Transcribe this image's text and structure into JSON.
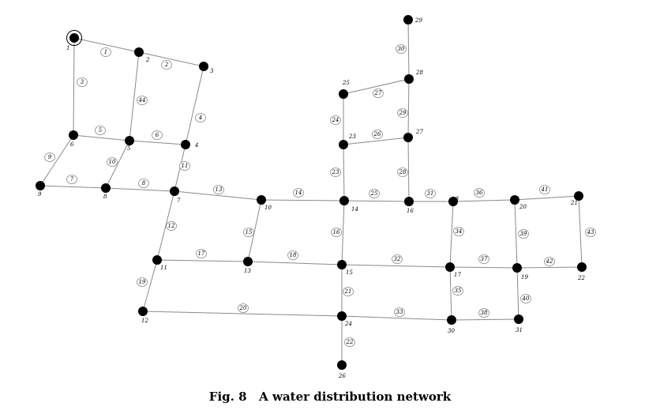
{
  "caption": "Fig. 8   A water distribution network",
  "nodes": [
    {
      "id": "1",
      "label": "1"
    },
    {
      "id": "2",
      "label": "2"
    },
    {
      "id": "3",
      "label": "3"
    },
    {
      "id": "4",
      "label": "4"
    },
    {
      "id": "5",
      "label": "5"
    },
    {
      "id": "6",
      "label": "6"
    },
    {
      "id": "7",
      "label": "7"
    },
    {
      "id": "8",
      "label": "8"
    },
    {
      "id": "9",
      "label": "9"
    },
    {
      "id": "10",
      "label": "10"
    },
    {
      "id": "11",
      "label": "11"
    },
    {
      "id": "12",
      "label": "12"
    },
    {
      "id": "13",
      "label": "13"
    },
    {
      "id": "14",
      "label": "14"
    },
    {
      "id": "15",
      "label": "15"
    },
    {
      "id": "16",
      "label": "16"
    },
    {
      "id": "17",
      "label": "17"
    },
    {
      "id": "18",
      "label": "18"
    },
    {
      "id": "19",
      "label": "19"
    },
    {
      "id": "20",
      "label": "20"
    },
    {
      "id": "21",
      "label": "21"
    },
    {
      "id": "22",
      "label": "22"
    },
    {
      "id": "23",
      "label": "23"
    },
    {
      "id": "24",
      "label": "24"
    },
    {
      "id": "25",
      "label": "25"
    },
    {
      "id": "26",
      "label": "26"
    },
    {
      "id": "27",
      "label": "27"
    },
    {
      "id": "28",
      "label": "28"
    },
    {
      "id": "29",
      "label": "29"
    },
    {
      "id": "30",
      "label": "30"
    },
    {
      "id": "31",
      "label": "31"
    }
  ],
  "pipes": [
    {
      "label": "1",
      "from": "1",
      "to": "2"
    },
    {
      "label": "2",
      "from": "2",
      "to": "3"
    },
    {
      "label": "3",
      "from": "1",
      "to": "6"
    },
    {
      "label": "4",
      "from": "3",
      "to": "4"
    },
    {
      "label": "5",
      "from": "6",
      "to": "5"
    },
    {
      "label": "6",
      "from": "5",
      "to": "4"
    },
    {
      "label": "7",
      "from": "9",
      "to": "8"
    },
    {
      "label": "8",
      "from": "8",
      "to": "7"
    },
    {
      "label": "9",
      "from": "6",
      "to": "9"
    },
    {
      "label": "10",
      "from": "5",
      "to": "8"
    },
    {
      "label": "11",
      "from": "4",
      "to": "7"
    },
    {
      "label": "12",
      "from": "7",
      "to": "11"
    },
    {
      "label": "13",
      "from": "7",
      "to": "10"
    },
    {
      "label": "14",
      "from": "10",
      "to": "14"
    },
    {
      "label": "15",
      "from": "10",
      "to": "13"
    },
    {
      "label": "16",
      "from": "14",
      "to": "15"
    },
    {
      "label": "17",
      "from": "11",
      "to": "13"
    },
    {
      "label": "18",
      "from": "13",
      "to": "15"
    },
    {
      "label": "19",
      "from": "11",
      "to": "12"
    },
    {
      "label": "20",
      "from": "12",
      "to": "24"
    },
    {
      "label": "21",
      "from": "15",
      "to": "24"
    },
    {
      "label": "22",
      "from": "24",
      "to": "26"
    },
    {
      "label": "23",
      "from": "23",
      "to": "14"
    },
    {
      "label": "24",
      "from": "25",
      "to": "23"
    },
    {
      "label": "25",
      "from": "14",
      "to": "16"
    },
    {
      "label": "26",
      "from": "23",
      "to": "27"
    },
    {
      "label": "27",
      "from": "25",
      "to": "28"
    },
    {
      "label": "28",
      "from": "27",
      "to": "16"
    },
    {
      "label": "29",
      "from": "28",
      "to": "27"
    },
    {
      "label": "30",
      "from": "29",
      "to": "28"
    },
    {
      "label": "31",
      "from": "16",
      "to": "18"
    },
    {
      "label": "32",
      "from": "15",
      "to": "17"
    },
    {
      "label": "33",
      "from": "24",
      "to": "30"
    },
    {
      "label": "34",
      "from": "18",
      "to": "17"
    },
    {
      "label": "35",
      "from": "17",
      "to": "30"
    },
    {
      "label": "36",
      "from": "18",
      "to": "20"
    },
    {
      "label": "37",
      "from": "17",
      "to": "19"
    },
    {
      "label": "38",
      "from": "30",
      "to": "31"
    },
    {
      "label": "39",
      "from": "20",
      "to": "19"
    },
    {
      "label": "40",
      "from": "19",
      "to": "31"
    },
    {
      "label": "41",
      "from": "20",
      "to": "21"
    },
    {
      "label": "42",
      "from": "19",
      "to": "22"
    },
    {
      "label": "43",
      "from": "21",
      "to": "22"
    },
    {
      "label": "44",
      "from": "2",
      "to": "5"
    }
  ]
}
